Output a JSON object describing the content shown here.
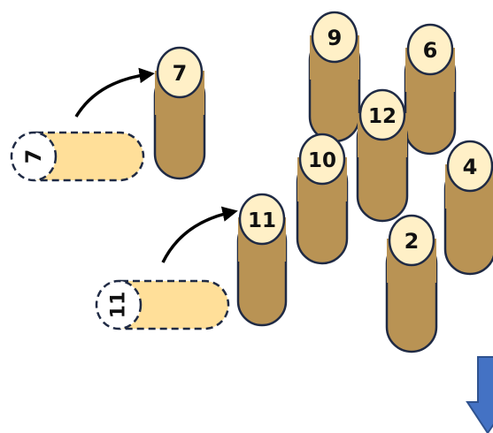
{
  "colors": {
    "pin_body": "#B99354",
    "pin_top": "#FFF0C7",
    "pin_stroke": "#1F2A44",
    "fallen_body": "#FFDF99",
    "arrow": "#000000",
    "big_arrow": "#4472C4",
    "big_arrow_stroke": "#2F528F"
  },
  "standing_pins": [
    {
      "label": "7"
    },
    {
      "label": "11"
    },
    {
      "label": "9"
    },
    {
      "label": "6"
    },
    {
      "label": "12"
    },
    {
      "label": "10"
    },
    {
      "label": "4"
    },
    {
      "label": "2"
    }
  ],
  "fallen_pins": [
    {
      "label": "7"
    },
    {
      "label": "11"
    }
  ],
  "arrows": [
    "curved-arrow",
    "curved-arrow"
  ],
  "indicator": "down-arrow-icon"
}
